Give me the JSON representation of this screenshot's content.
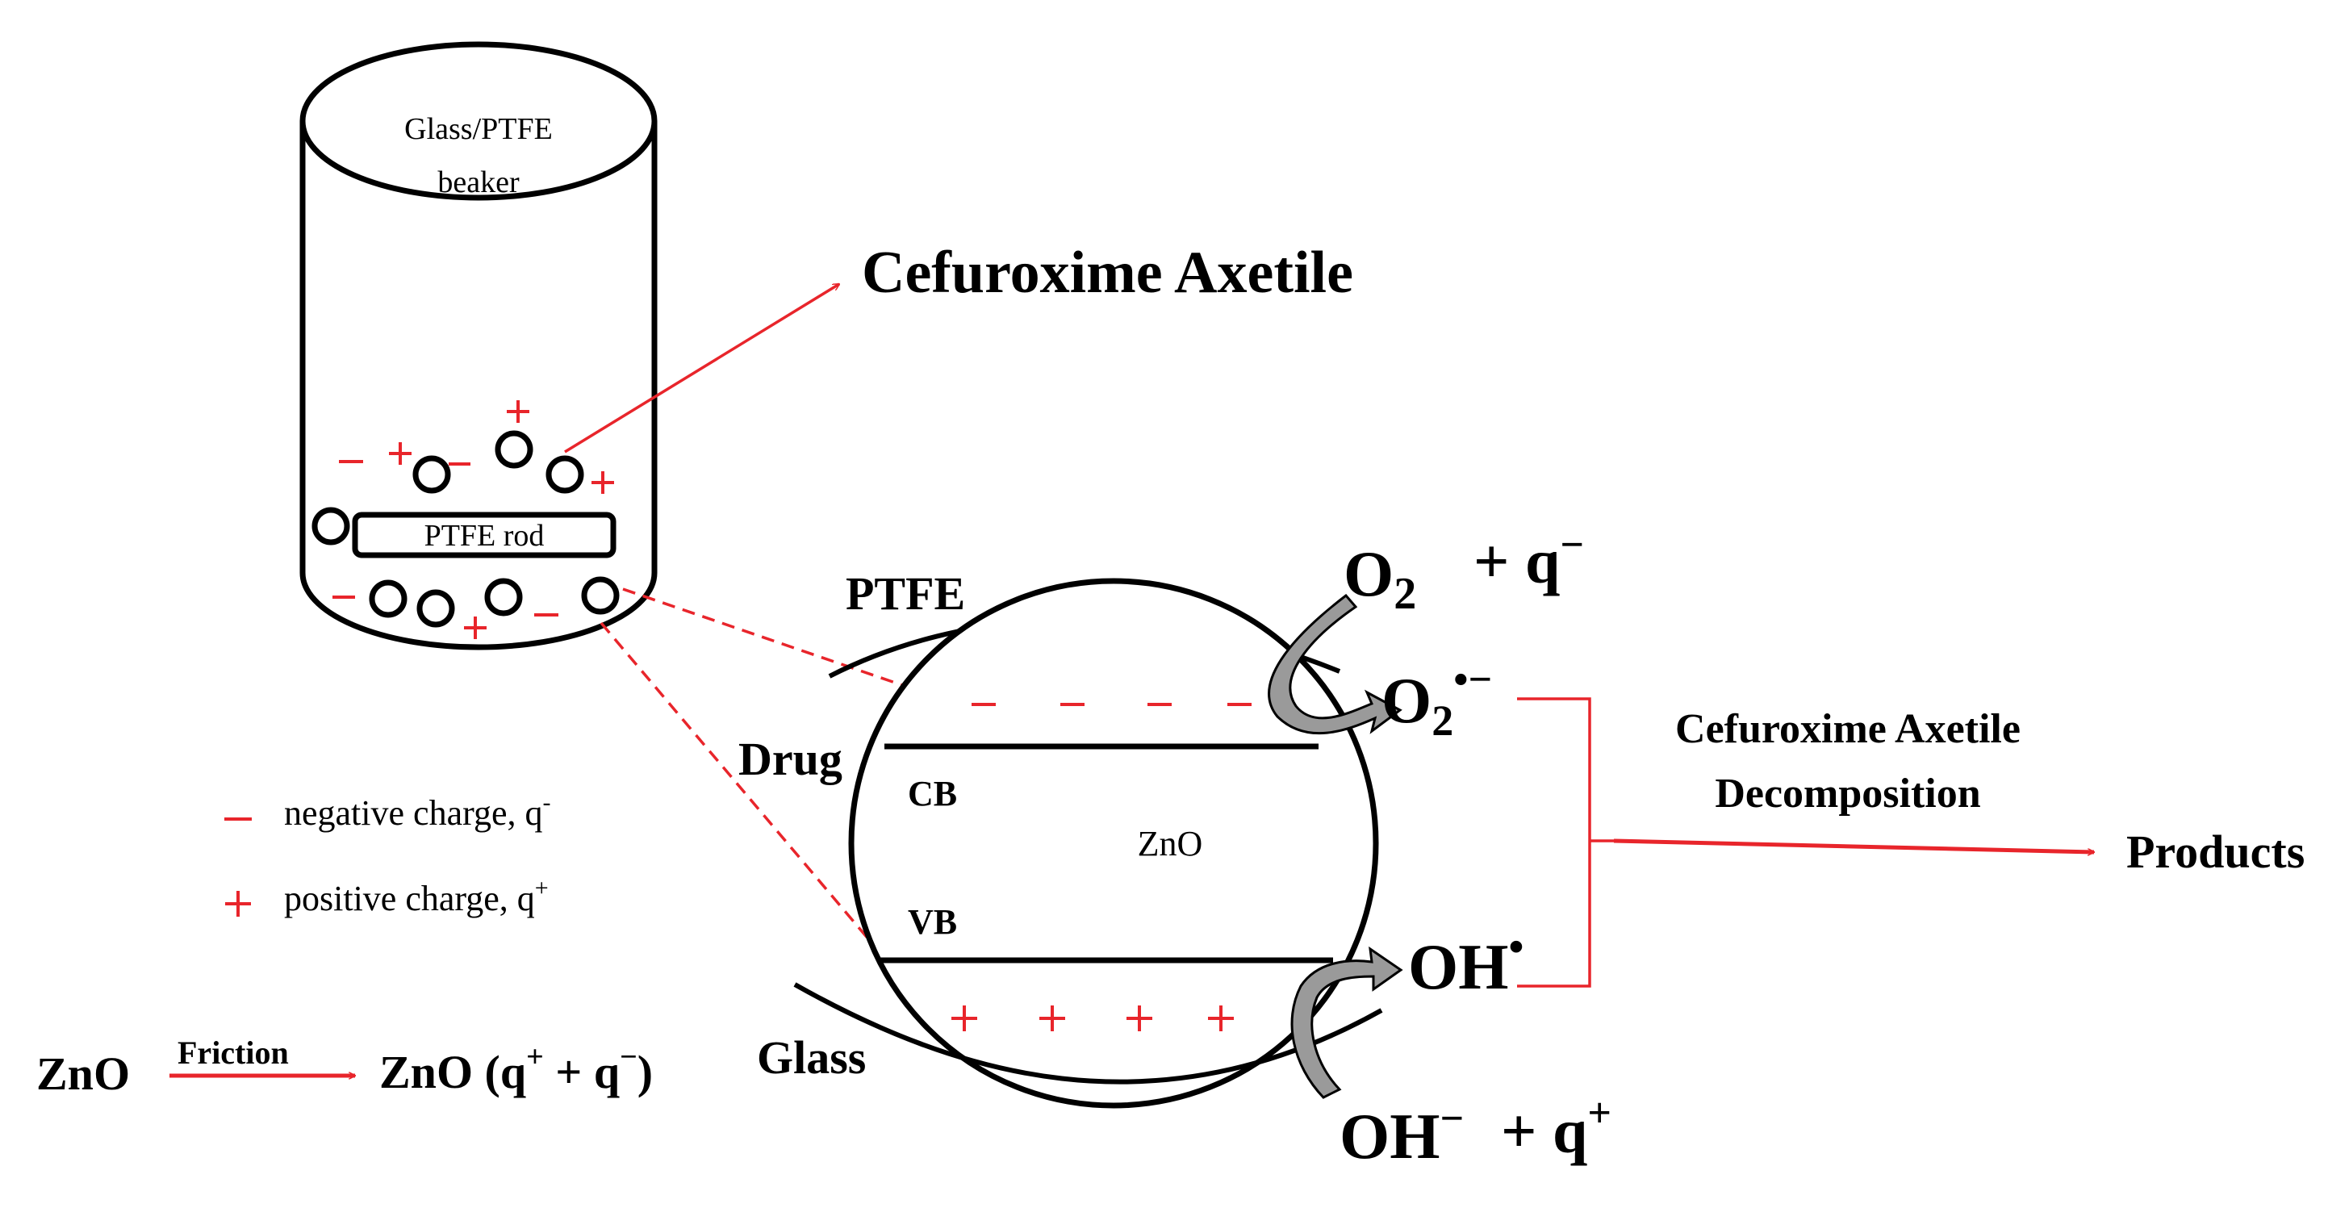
{
  "colors": {
    "ink": "#000000",
    "accent": "#e8252b",
    "arrow_gray": "#9a9a9a"
  },
  "beaker": {
    "label_line1": "Glass/PTFE",
    "label_line2": "beaker",
    "rod_label": "PTFE   rod"
  },
  "drug_name": "Cefuroxime  Axetile",
  "particle": {
    "ptfe_label": "PTFE",
    "drug_label": "Drug",
    "glass_label": "Glass",
    "cb_label": "CB",
    "vb_label": "VB",
    "core_label": "ZnO",
    "neg_symbol": "−",
    "pos_symbol": "+"
  },
  "reactions": {
    "o2_base": "O",
    "o2_sub": "2",
    "o2_plus_q": "+ q",
    "o2_q_sup": "−",
    "superoxide_base": "O",
    "superoxide_sub": "2",
    "superoxide_sup": "•−",
    "hydroxyl_base": "OH",
    "hydroxyl_sup": "•",
    "hydroxide_base": "OH",
    "hydroxide_sup": "−",
    "hydroxide_plus_q": "+ q",
    "hydroxide_q_sup": "+"
  },
  "decomposition": {
    "line1": "Cefuroxime Axetile",
    "line2": "Decomposition",
    "products": "Products"
  },
  "legend": {
    "neg_symbol": "−",
    "neg_text": "negative  charge,  q",
    "neg_sup": "-",
    "pos_symbol": "+",
    "pos_text": "positive  charge,  q",
    "pos_sup": "+"
  },
  "equation": {
    "left": "ZnO",
    "arrow_label": "Friction",
    "right": "ZnO (q",
    "sup1": "+",
    "mid": " + q",
    "sup2": "−",
    "end": ")"
  }
}
